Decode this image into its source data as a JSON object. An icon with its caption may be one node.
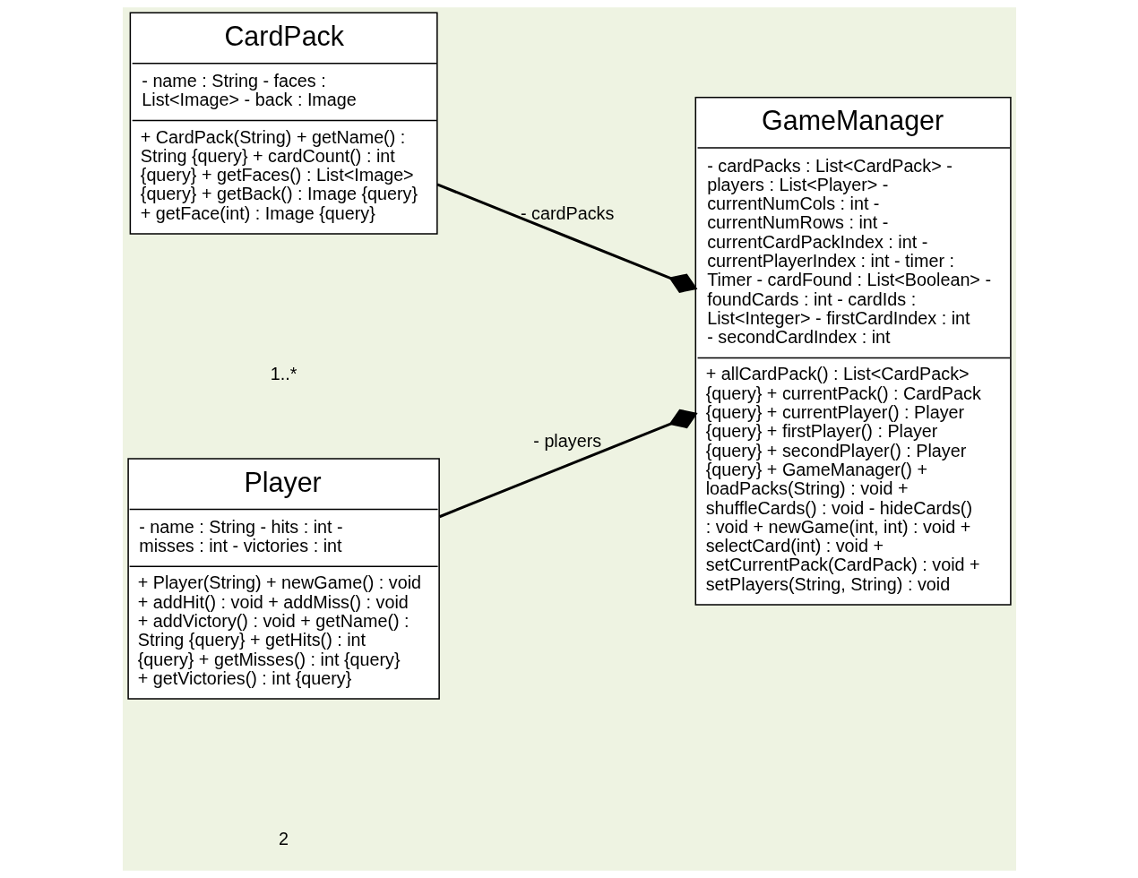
{
  "diagram": {
    "nodes": [
      {
        "text": [
          "CardPack",
          "- name : String - faces : List<Image> - back : Image",
          "+ CardPack(String) + getName() : String {query} + cardCount() : int {query} + getFaces() : List<Image> {query} + getBack() : Image {query} + getFace(int) : Image {query}"
        ]
      },
      {
        "text": [
          "Player",
          "- name : String - hits : int - misses : int - victories : int",
          "+ Player(String) + newGame() : void + addHit() : void + addMiss() : void + addVictory() : void + getName() : String {query} + getHits() : int {query} + getMisses() : int {query} + getVictories() : int {query}"
        ]
      },
      {
        "text": [
          "GameManager",
          "- cardPacks : List<CardPack> - players : List<Player> - currentNumCols : int - currentNumRows : int - currentCardPackIndex : int - currentPlayerIndex : int - timer : Timer - cardFound : List<Boolean> - foundCards : int - cardIds : List<Integer> - firstCardIndex : int - secondCardIndex : int",
          "+ allCardPack() : List<CardPack> {query} + currentPack() : CardPack {query} + currentPlayer() : Player {query} + firstPlayer() : Player {query} + secondPlayer() : Player {query} + GameManager() + loadPacks(String) : void + shuffleCards() : void - hideCards() : void + newGame(int, int) : void + selectCard(int) : void + setCurrentPack(CardPack) : void + setPlayers(String, String) : void"
        ]
      }
    ],
    "edges": [
      {
        "from": 0,
        "to": 2,
        "arrow": "other",
        "label": "- cardPacks"
      },
      {
        "from": 1,
        "to": 2,
        "arrow": "other",
        "label": "- players"
      }
    ],
    "labels": [
      "1..*",
      "2"
    ]
  }
}
